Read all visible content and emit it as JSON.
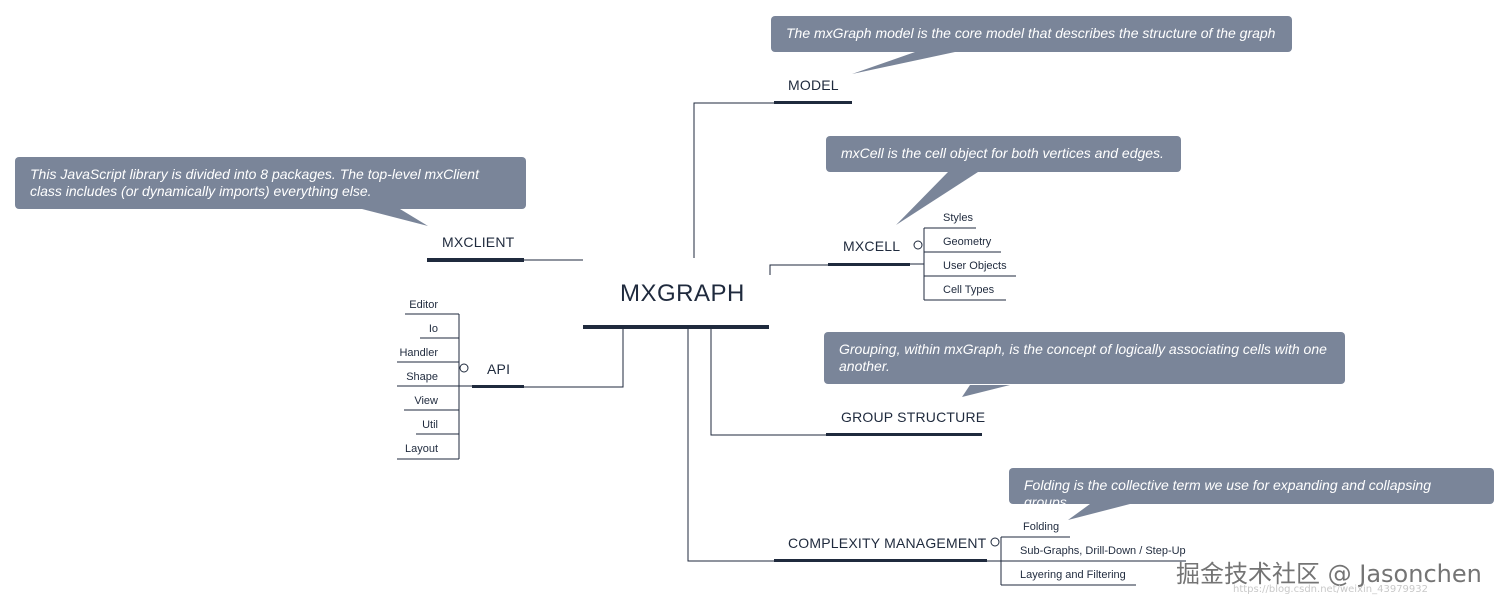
{
  "root": {
    "title": "MXGRAPH"
  },
  "callouts": {
    "model": "The mxGraph model is the core model that describes the structure of the graph",
    "mxcell": "mxCell is the cell object for both vertices and edges.",
    "mxclient": "This JavaScript library is divided into 8 packages.  The top-level mxClient class includes (or dynamically imports) everything else.",
    "group": "Grouping, within mxGraph, is the concept of logically associating cells with one another.",
    "folding": "Folding is the collective term we use for expanding and collapsing groups."
  },
  "topics": {
    "model": "MODEL",
    "mxcell": "MXCELL",
    "mxclient": "MXCLIENT",
    "api": "API",
    "group": "GROUP STRUCTURE",
    "complexity": "COMPLEXITY MANAGEMENT"
  },
  "mxcell_children": [
    "Styles",
    "Geometry",
    "User Objects",
    "Cell Types"
  ],
  "api_children": [
    "Editor",
    "Io",
    "Handler",
    "Shape",
    "View",
    "Util",
    "Layout"
  ],
  "complexity_children": [
    "Folding",
    "Sub-Graphs, Drill-Down / Step-Up",
    "Layering and Filtering"
  ],
  "watermark": {
    "main": "掘金技术社区 @ Jasonchen",
    "sub": "https://blog.csdn.net/weixin_43979932"
  },
  "colors": {
    "line": "#1f2a3d",
    "callout_bg": "#7a8599",
    "callout_text": "#ffffff"
  }
}
